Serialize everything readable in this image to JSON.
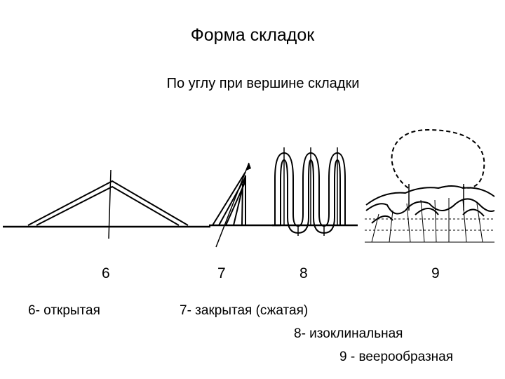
{
  "title": "Форма складок",
  "subtitle": "По углу при вершине складки",
  "fold_numbers": [
    "6",
    "7",
    "8",
    "9"
  ],
  "legend": [
    "6- открытая",
    "7- закрытая (сжатая)",
    "8- изоклинальная",
    "9 - веерообразная"
  ]
}
